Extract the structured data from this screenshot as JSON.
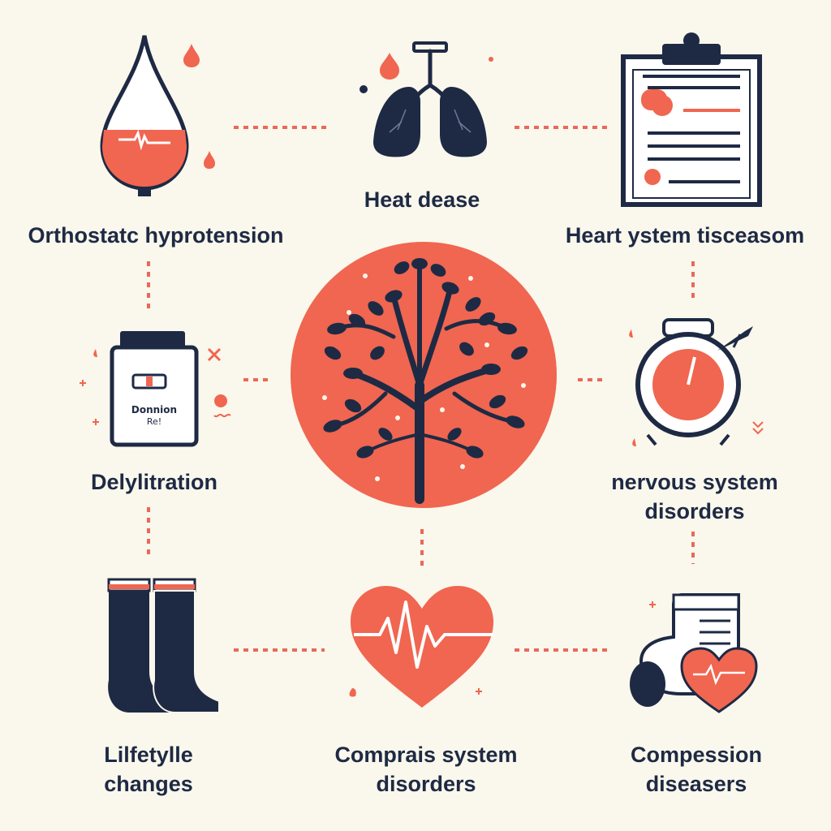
{
  "nodes": {
    "top_left": {
      "lines": [
        "Orthostatc hyprotension"
      ],
      "icon": "blood-drop-icon"
    },
    "top_center": {
      "lines": [
        "Heat dease"
      ],
      "icon": "lungs-icon"
    },
    "top_right": {
      "lines": [
        "Heart ystem tisceasom"
      ],
      "icon": "clipboard-icon"
    },
    "middle_left": {
      "lines": [
        "Delylitration"
      ],
      "icon": "medicine-jar-icon",
      "jar_text": [
        "Donnion",
        "Re!"
      ]
    },
    "middle_right": {
      "lines": [
        "nervous system",
        "disorders"
      ],
      "icon": "gauge-icon"
    },
    "bottom_left": {
      "lines": [
        "Lilfetylle",
        "changes"
      ],
      "icon": "socks-icon"
    },
    "bottom_center": {
      "lines": [
        "Comprais system",
        "disorders"
      ],
      "icon": "heart-pulse-icon"
    },
    "bottom_right": {
      "lines": [
        "Compession",
        "diseasers"
      ],
      "icon": "compression-device-icon"
    }
  },
  "center": {
    "icon": "tree-icon"
  },
  "colors": {
    "accent": "#ef6a56",
    "navy": "#1e2a44",
    "background": "#faf7ec"
  }
}
